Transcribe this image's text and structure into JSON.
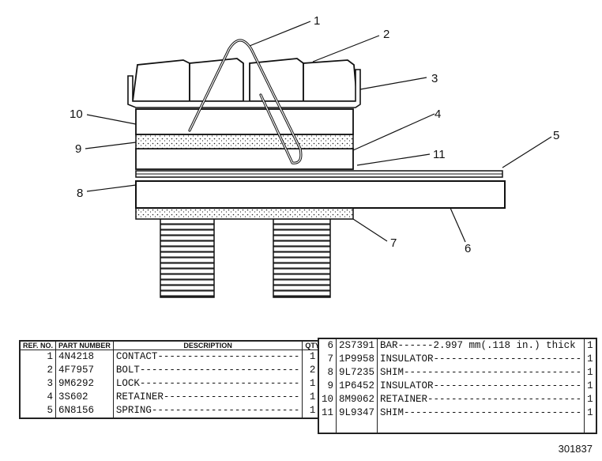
{
  "callouts": [
    "1",
    "2",
    "3",
    "4",
    "5",
    "6",
    "7",
    "8",
    "9",
    "10",
    "11"
  ],
  "table1": {
    "headers": {
      "ref": "REF. NO.",
      "part": "PART NUMBER",
      "desc": "DESCRIPTION",
      "qty": "QTY"
    },
    "rows": [
      {
        "ref": "1",
        "part": "4N4218",
        "desc": "CONTACT------------------------",
        "qty": "1"
      },
      {
        "ref": "2",
        "part": "4F7957",
        "desc": "BOLT---------------------------",
        "qty": "2"
      },
      {
        "ref": "3",
        "part": "9M6292",
        "desc": "LOCK---------------------------",
        "qty": "1"
      },
      {
        "ref": "4",
        "part": "3S602",
        "desc": "RETAINER-----------------------",
        "qty": "1"
      },
      {
        "ref": "5",
        "part": "6N8156",
        "desc": "SPRING-------------------------",
        "qty": "1"
      }
    ]
  },
  "table2": {
    "rows": [
      {
        "ref": "6",
        "part": "2S7391",
        "desc": "BAR------2.997 mm(.118 in.) thick",
        "qty": "1"
      },
      {
        "ref": "7",
        "part": "1P9958",
        "desc": "INSULATOR-------------------------",
        "qty": "1"
      },
      {
        "ref": "8",
        "part": "9L7235",
        "desc": "SHIM------------------------------",
        "qty": "1"
      },
      {
        "ref": "9",
        "part": "1P6452",
        "desc": "INSULATOR-------------------------",
        "qty": "1"
      },
      {
        "ref": "10",
        "part": "8M9062",
        "desc": "RETAINER--------------------------",
        "qty": "1"
      },
      {
        "ref": "11",
        "part": "9L9347",
        "desc": "SHIM------------------------------",
        "qty": "1"
      }
    ]
  },
  "catalog_number": "301837"
}
